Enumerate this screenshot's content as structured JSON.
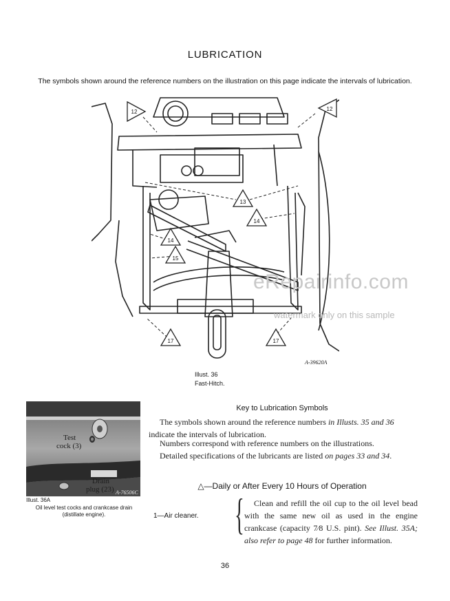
{
  "page": {
    "title": "LUBRICATION",
    "intro": "The symbols shown around the reference numbers on the illustration on this page indicate the intervals of lubrication.",
    "page_number": "36"
  },
  "figure_main": {
    "callouts": [
      "12",
      "12",
      "13",
      "14",
      "14",
      "15",
      "17",
      "17"
    ],
    "code": "A-39620A",
    "caption_line1": "Illust. 36",
    "caption_line2": "Fast-Hitch."
  },
  "figure_photo": {
    "label_test": "Test",
    "label_cock": "cock (3)",
    "label_drain": "Drain",
    "label_plug": "plug (23)",
    "code": "A-76506C",
    "caption_line1": "Illust. 36A",
    "caption_line2": "Oil level test cocks and crankcase drain",
    "caption_line3": "(distillate engine)."
  },
  "key": {
    "title": "Key to Lubrication Symbols",
    "p1_a": "The symbols shown around the reference numbers ",
    "p1_b": "in Illusts. 35 and 36",
    "p1_c": " indicate the intervals of lubrication.",
    "p2": "Numbers correspond with reference numbers on the illustrations.",
    "p3_a": "Detailed specifications of the lubricants are listed ",
    "p3_b": "on pages 33 and 34",
    "p3_c": "."
  },
  "section": {
    "title": "△—Daily or After Every 10 Hours of Operation",
    "item_label": "1—Air cleaner.",
    "brace": "{",
    "d1": "Clean and refill the oil cup to the oil level bead with the same new oil as used in the engine crankcase (capacity ",
    "d2": "7⁄8",
    "d3": " U.S. pint). ",
    "d4": "See Illust. 35A; also refer to page 48",
    "d5": " for further information."
  },
  "watermark": {
    "line1": "eRepairinfo.com",
    "line2": "watermark only on this sample"
  }
}
